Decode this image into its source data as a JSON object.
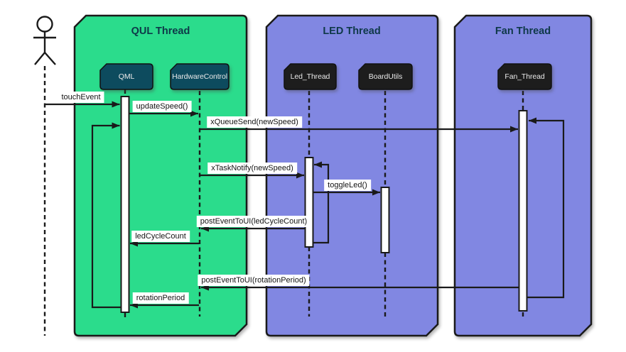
{
  "diagram_type": "uml-sequence-diagram",
  "colors": {
    "background": "#ffffff",
    "qul_container_fill": "#2bdc8c",
    "led_container_fill": "#8187e2",
    "fan_container_fill": "#8187e2",
    "container_border": "#1a1a1a",
    "container_title_text": "#0e3848",
    "qul_participant_fill": "#0d4b5e",
    "dark_participant_fill": "#1d1d1d",
    "participant_text": "#e8e8e8",
    "line": "#1a1a1a",
    "activation_fill": "#ffffff",
    "message_label_bg": "#ffffff",
    "message_label_text": "#141414"
  },
  "groups": [
    {
      "title": "QUL Thread",
      "participants": [
        "QML",
        "HardwareControl"
      ]
    },
    {
      "title": "LED Thread",
      "participants": [
        "Led_Thread",
        "BoardUtils"
      ]
    },
    {
      "title": "Fan Thread",
      "participants": [
        "Fan_Thread"
      ]
    }
  ],
  "participants": [
    {
      "label": "QML"
    },
    {
      "label": "HardwareControl"
    },
    {
      "label": "Led_Thread"
    },
    {
      "label": "BoardUtils"
    },
    {
      "label": "Fan_Thread"
    }
  ],
  "actor": {
    "type": "stick-figure",
    "label": ""
  },
  "messages": [
    {
      "label": "touchEvent",
      "from": "actor",
      "to": "QML"
    },
    {
      "label": "updateSpeed()",
      "from": "QML",
      "to": "HardwareControl"
    },
    {
      "label": "xQueueSend(newSpeed)",
      "from": "HardwareControl",
      "to": "Fan_Thread"
    },
    {
      "label": "xTaskNotify(newSpeed)",
      "from": "HardwareControl",
      "to": "Led_Thread"
    },
    {
      "label": "toggleLed()",
      "from": "Led_Thread",
      "to": "BoardUtils"
    },
    {
      "label": "postEventToUI(ledCycleCount)",
      "from": "Led_Thread",
      "to": "HardwareControl"
    },
    {
      "label": "ledCycleCount",
      "from": "HardwareControl",
      "to": "QML"
    },
    {
      "label": "postEventToUI(rotationPeriod)",
      "from": "Fan_Thread",
      "to": "HardwareControl"
    },
    {
      "label": "rotationPeriod",
      "from": "HardwareControl",
      "to": "QML"
    }
  ],
  "loop_arrows": [
    {
      "on": "QML",
      "label": ""
    },
    {
      "on": "Led_Thread",
      "label": ""
    },
    {
      "on": "Fan_Thread",
      "label": ""
    }
  ]
}
